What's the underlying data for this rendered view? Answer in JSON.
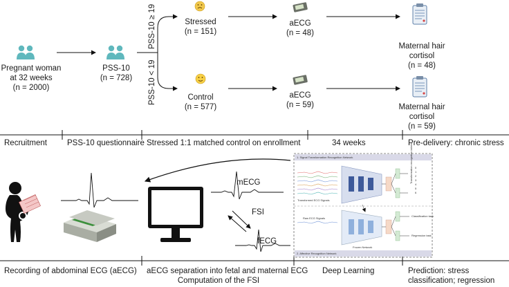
{
  "cohort": {
    "pregnant": [
      "Pregnant woman",
      "at 32 weeks",
      "(n = 2000)"
    ],
    "pss": [
      "PSS-10",
      "(n = 728)"
    ],
    "branch_upper": "PSS-10 ≥ 19",
    "branch_lower": "PSS-10 < 19",
    "stressed": [
      "Stressed",
      "(n = 151)"
    ],
    "control": [
      "Control",
      "(n = 577)"
    ],
    "aecg_stressed": [
      "aECG",
      "(n = 48)"
    ],
    "aecg_control": [
      "aECG",
      "(n = 59)"
    ],
    "cortisol_stressed": [
      "Maternal hair",
      "cortisol",
      "(n = 48)"
    ],
    "cortisol_control": [
      "Maternal hair",
      "cortisol",
      "(n = 59)"
    ]
  },
  "timeline_top": [
    "Recruitment",
    "PSS-10 questionnaire",
    "Stressed 1:1 matched control on enrollment",
    "34 weeks",
    "Pre-delivery: chronic stress"
  ],
  "pipeline": {
    "mecg": "mECG",
    "fsi": "FSI",
    "fecg": "fECG"
  },
  "network": {
    "top_title": "1. Signal Transformation Recognition Network",
    "top_input": "Transformed ECG Signals",
    "bottom_title": "2. Affective Recognition Network",
    "bottom_input": "Raw ECG Signals",
    "frozen": "Frozen Network",
    "classification": "Classification task",
    "regression": "Regression task",
    "transform_classes": [
      "0",
      "1",
      "2",
      "3",
      "4",
      "5",
      "6"
    ],
    "transform_caption": "Transformation recognition labels"
  },
  "timeline_bottom": {
    "col1": [
      "Recording of abdominal ECG (aECG)"
    ],
    "col2": [
      "aECG separation into fetal and maternal ECG",
      "Computation of the FSI"
    ],
    "col3": [
      "Deep Learning"
    ],
    "col4": [
      "Prediction: stress",
      "classification; regression"
    ]
  },
  "colors": {
    "people": "#5fb8bd",
    "stressed_face": "#f2c94c",
    "control_face": "#f7d046",
    "network_top_fill": "#d7deee",
    "network_blocks": "#3e5a9a",
    "network_bottom_fill": "#e3ebf7",
    "network_bottom_blocks": "#8fb0dc",
    "title_band": "#d9d9e8"
  }
}
